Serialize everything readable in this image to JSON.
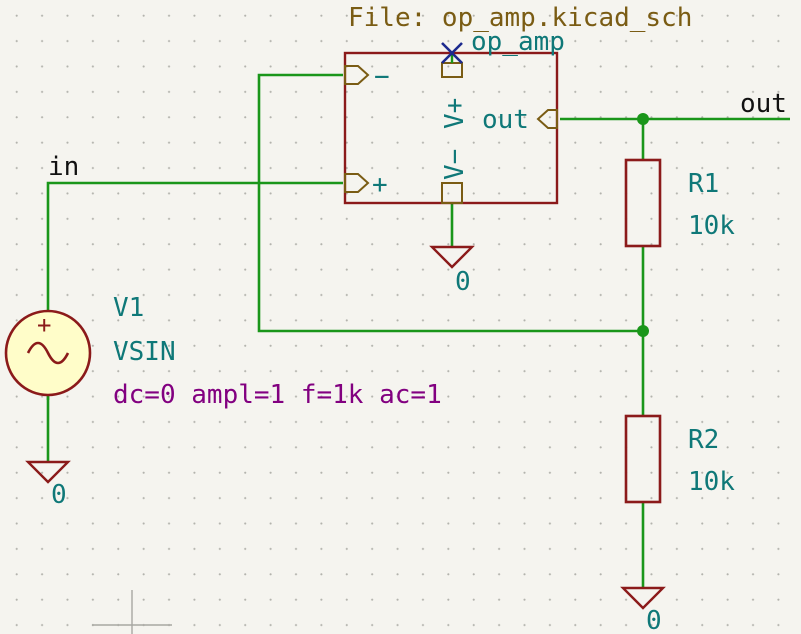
{
  "sheet": {
    "file_label": "File: op_amp.kicad_sch",
    "colors": {
      "background": "#f5f4ef",
      "wire": "#1a961a",
      "body_outline": "#8b1a1a",
      "source_fill": "#fffdc9",
      "pin_label": "#7a5c14",
      "reference_text": "#0f7878",
      "value_param_text": "#820080",
      "net_label_text": "#111111",
      "noconnect": "#1c2a8e"
    }
  },
  "opamp": {
    "name": "op_amp",
    "pin_minus": "−",
    "pin_plus": "+",
    "pin_vplus": "V+",
    "pin_vminus": "V−",
    "pin_out": "out"
  },
  "source": {
    "ref": "V1",
    "value": "VSIN",
    "params": "dc=0 ampl=1 f=1k ac=1",
    "pin_plus": "+"
  },
  "resistors": [
    {
      "ref": "R1",
      "value": "10k"
    },
    {
      "ref": "R2",
      "value": "10k"
    }
  ],
  "nets": {
    "in": "in",
    "out": "out"
  },
  "grounds": [
    {
      "id": "opamp_gnd",
      "label": "0"
    },
    {
      "id": "source_gnd",
      "label": "0"
    },
    {
      "id": "r2_gnd",
      "label": "0"
    }
  ]
}
